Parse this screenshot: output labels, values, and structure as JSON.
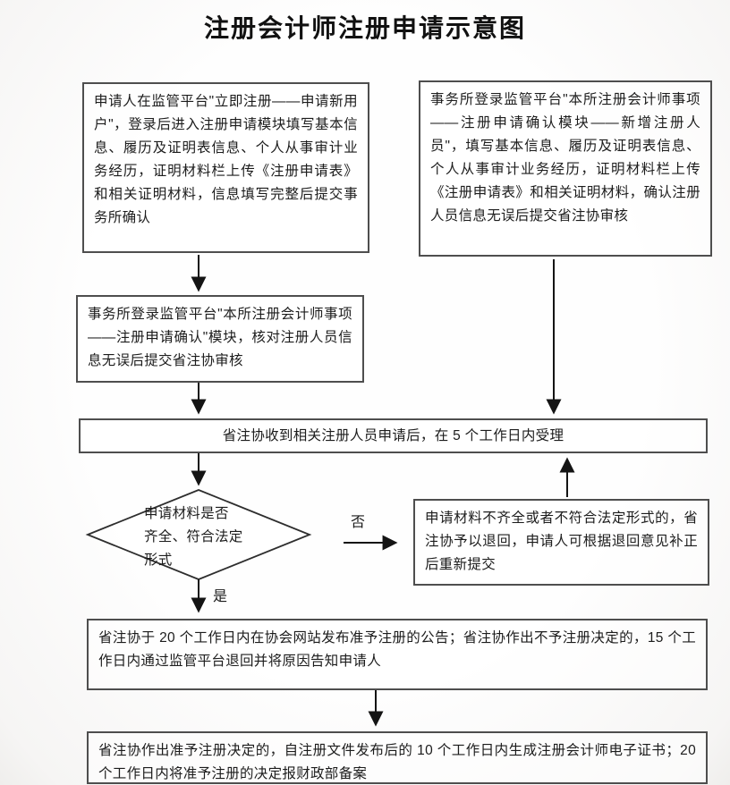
{
  "title": "注册会计师注册申请示意图",
  "flowchart": {
    "nodes": {
      "applicant_fill": {
        "text": "申请人在监管平台\"立即注册——申请新用户\"，登录后进入注册申请模块填写基本信息、履历及证明表信息、个人从事审计业务经历，证明材料栏上传《注册申请表》和相关证明材料，信息填写完整后提交事务所确认"
      },
      "firm_new_register": {
        "text": "事务所登录监管平台\"本所注册会计师事项——注册申请确认模块——新增注册人员\"，填写基本信息、履历及证明表信息、个人从事审计业务经历，证明材料栏上传《注册申请表》和相关证明材料，确认注册人员信息无误后提交省注协审核"
      },
      "firm_confirm": {
        "text": "事务所登录监管平台\"本所注册会计师事项——注册申请确认\"模块，核对注册人员信息无误后提交省注协审核"
      },
      "accept": {
        "text": "省注协收到相关注册人员申请后，在 5 个工作日内受理"
      },
      "decision": {
        "text": "申请材料是否\n齐全、符合法定\n形式"
      },
      "return_fix": {
        "text": "申请材料不齐全或者不符合法定形式的，省注协予以退回，申请人可根据退回意见补正后重新提交"
      },
      "announce": {
        "text": "省注协于 20 个工作日内在协会网站发布准予注册的公告；省注协作出不予注册决定的，15 个工作日内通过监管平台退回并将原因告知申请人"
      },
      "certificate": {
        "text": "省注协作出准予注册决定的，自注册文件发布后的 10 个工作日内生成注册会计师电子证书；20 个工作日内将准予注册的决定报财政部备案"
      }
    },
    "edge_labels": {
      "no": "否",
      "yes": "是"
    },
    "colors": {
      "line": "#1a1a1a",
      "box_border": "#4e4e4e",
      "background": "#fdfdfd",
      "text": "#1c1c1c"
    }
  }
}
